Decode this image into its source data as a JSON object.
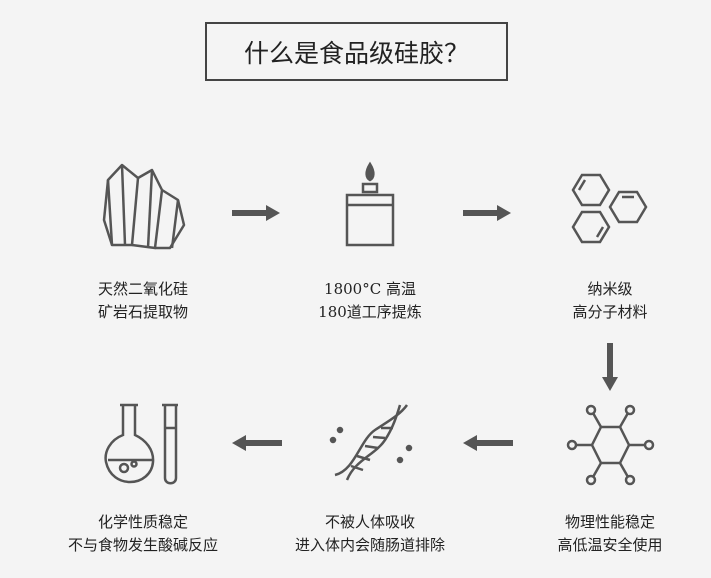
{
  "title": "什么是食品级硅胶？",
  "steps": [
    {
      "line1": "天然二氧化硅",
      "line2": "矿岩石提取物",
      "icon": "crystal-icon"
    },
    {
      "line1": "1800°C 高温",
      "line2": "180道工序提炼",
      "icon": "candle-jar-icon"
    },
    {
      "line1": "纳米级",
      "line2": "高分子材料",
      "icon": "hexagon-molecule-icon"
    },
    {
      "line1": "物理性能稳定",
      "line2": "高低温安全使用",
      "icon": "molecule-network-icon"
    },
    {
      "line1": "不被人体吸收",
      "line2": "进入体内会随肠道排除",
      "icon": "dna-icon"
    },
    {
      "line1": "化学性质稳定",
      "line2": "不与食物发生酸碱反应",
      "icon": "lab-flask-icon"
    }
  ],
  "colors": {
    "background": "#f4f4f4",
    "icon": "#555555",
    "arrow": "#555555"
  }
}
